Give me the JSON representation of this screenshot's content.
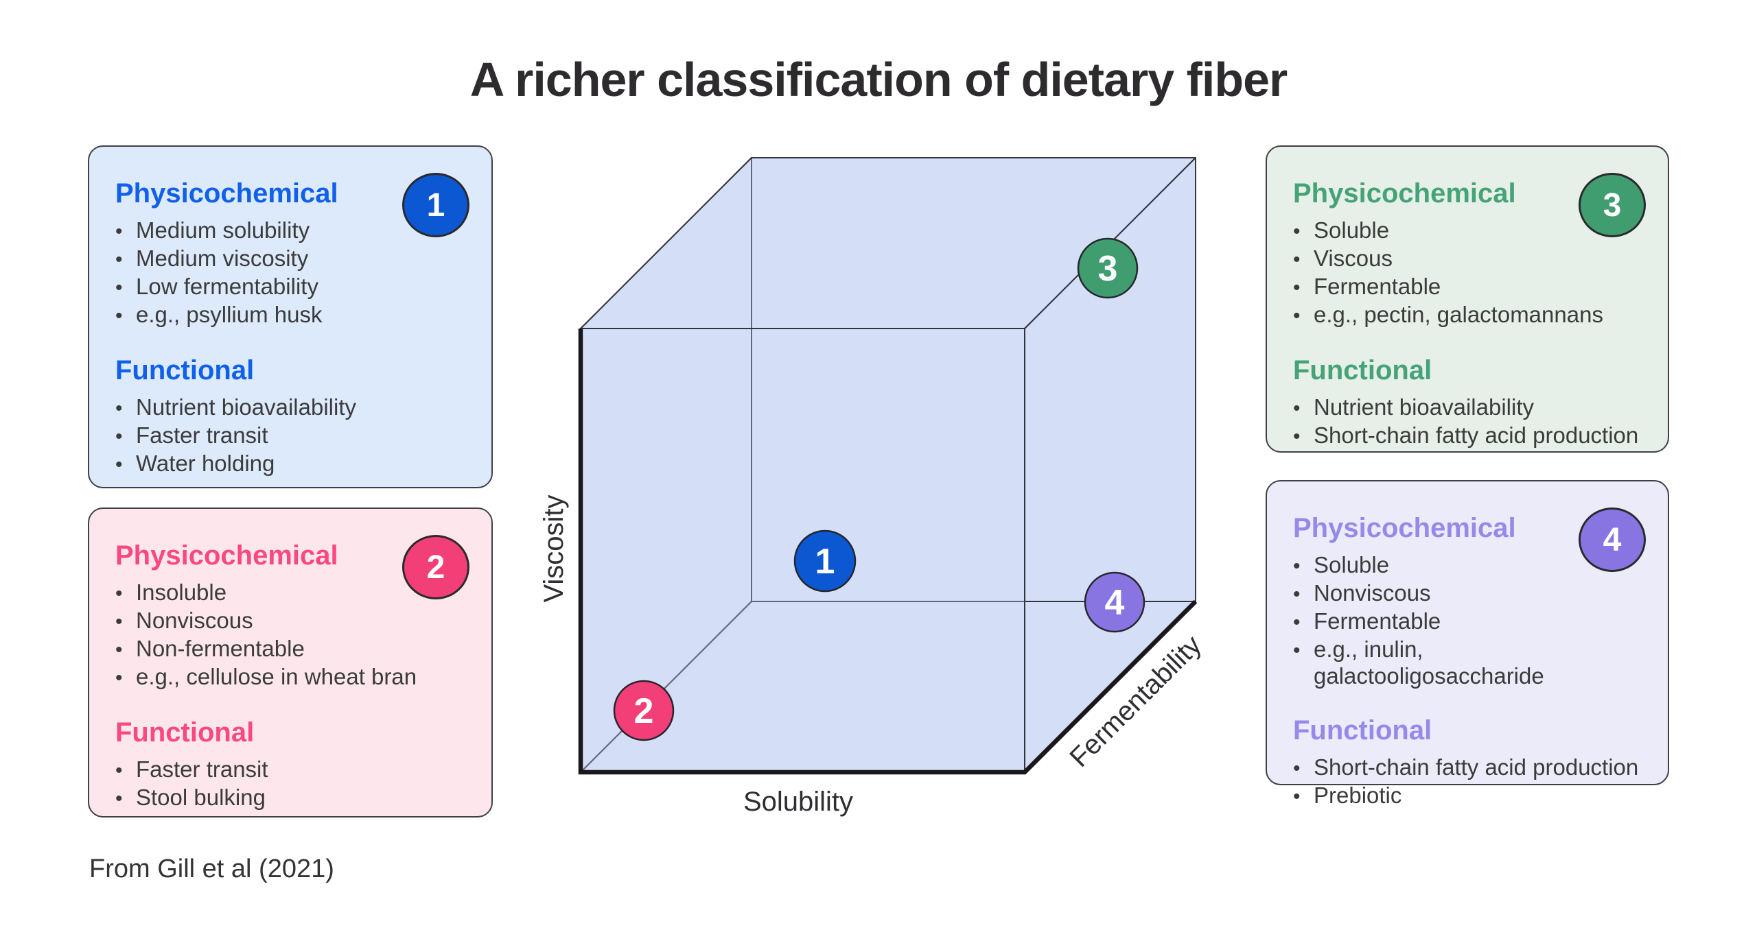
{
  "title": "A richer classification of dietary fiber",
  "attribution": "From Gill et al (2021)",
  "background": "#ffffff",
  "ui": {
    "bullet": "•"
  },
  "cards": [
    {
      "badge": "1",
      "accent": "#1160e8",
      "badge_color": "#0b58d2",
      "bg": "#ddeafc",
      "sections": [
        {
          "heading": "Physicochemical",
          "items": [
            "Medium solubility",
            "Medium viscosity",
            "Low fermentability",
            "e.g., psyllium husk"
          ]
        },
        {
          "heading": "Functional",
          "items": [
            "Nutrient bioavailability",
            "Faster transit",
            "Water holding"
          ]
        }
      ]
    },
    {
      "badge": "2",
      "accent": "#f9497f",
      "badge_color": "#f23f78",
      "bg": "#fde7ed",
      "sections": [
        {
          "heading": "Physicochemical",
          "items": [
            "Insoluble",
            "Nonviscous",
            "Non-fermentable",
            "e.g., cellulose in wheat bran"
          ]
        },
        {
          "heading": "Functional",
          "items": [
            "Faster transit",
            "Stool bulking"
          ]
        }
      ]
    },
    {
      "badge": "3",
      "accent": "#45a377",
      "badge_color": "#3f9d70",
      "bg": "#e6f0e9",
      "sections": [
        {
          "heading": "Physicochemical",
          "items": [
            "Soluble",
            "Viscous",
            "Fermentable",
            "e.g., pectin, galactomannans"
          ]
        },
        {
          "heading": "Functional",
          "items": [
            "Nutrient bioavailability",
            "Short-chain fatty acid  production"
          ]
        }
      ]
    },
    {
      "badge": "4",
      "accent": "#958ae9",
      "badge_color": "#8875e2",
      "bg": "#ecebfa",
      "sections": [
        {
          "heading": "Physicochemical",
          "items": [
            "Soluble",
            "Nonviscous",
            "Fermentable",
            "e.g., inulin,  galactooligosaccharide"
          ]
        },
        {
          "heading": "Functional",
          "items": [
            "Short-chain fatty acid production",
            "Prebiotic"
          ]
        }
      ]
    }
  ],
  "cube": {
    "axes": {
      "x": "Solubility",
      "y": "Viscosity",
      "z": "Fermentability"
    },
    "face_fill": "#b7c3ef",
    "points": [
      {
        "label": "1",
        "color": "#0b58d2"
      },
      {
        "label": "2",
        "color": "#f23f78"
      },
      {
        "label": "3",
        "color": "#3f9d70"
      },
      {
        "label": "4",
        "color": "#8875e2"
      }
    ]
  }
}
